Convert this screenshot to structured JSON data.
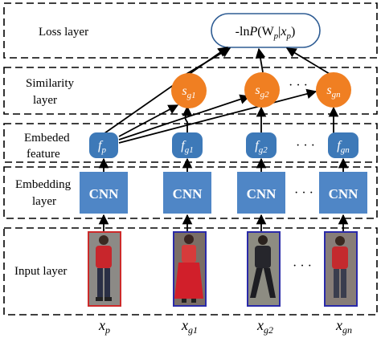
{
  "layers": {
    "loss": "Loss layer",
    "similarity_line1": "Similarity",
    "similarity_line2": "layer",
    "embeded_line1": "Embeded",
    "embeded_line2": "feature",
    "embedding_line1": "Embedding",
    "embedding_line2": "layer",
    "input": "Input layer"
  },
  "loss_formula": {
    "prefix": "-ln",
    "p": "P",
    "open": "(W",
    "sub_p1": "p",
    "bar": "|",
    "x": "x",
    "sub_p2": "p",
    "close": ")"
  },
  "similarity_nodes": [
    {
      "base": "s",
      "sub": "g1"
    },
    {
      "base": "s",
      "sub": "g2"
    },
    {
      "base": "s",
      "sub": "gn"
    }
  ],
  "feature_nodes": [
    {
      "base": "f",
      "sub": "p"
    },
    {
      "base": "f",
      "sub": "g1"
    },
    {
      "base": "f",
      "sub": "g2"
    },
    {
      "base": "f",
      "sub": "gn"
    }
  ],
  "cnn_label": "CNN",
  "inputs": [
    {
      "base": "x",
      "sub": "p"
    },
    {
      "base": "x",
      "sub": "g1"
    },
    {
      "base": "x",
      "sub": "g2"
    },
    {
      "base": "x",
      "sub": "gn"
    }
  ],
  "ellipsis": "· · ·",
  "colors": {
    "cnn_box": "#4f86c6",
    "feature_node": "#3d79b8",
    "similarity_node": "#f07f22",
    "query_border": "#cc2a2a",
    "gallery_border": "#2a2aa8"
  }
}
